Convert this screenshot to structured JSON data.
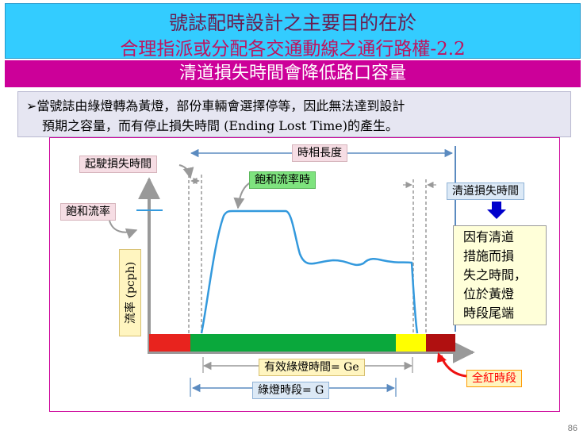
{
  "title": {
    "line1": "號誌配時設計之主要目的在於",
    "line2": "合理指派或分配各交通動線之通行路權-2.2"
  },
  "subtitle": "清道損失時間會降低路口容量",
  "bullet": {
    "marker": "➢",
    "line1": "當號誌由綠燈轉為黃燈，部份車輛會選擇停等，因此無法達到設計",
    "line2": "預期之容量，而有停止損失時間 (Ending Lost Time)的產生。"
  },
  "diagram": {
    "phase_length": "時相長度",
    "startup_lost_time": "起駛損失時間",
    "saturation_flow_at": "飽和流率時",
    "saturation_flow": "飽和流率",
    "clearance_lost_time": "清道損失時間",
    "note": "因有清道\n措施而損\n失之時間，\n位於黃燈\n時段尾端",
    "y_axis": "流率 (pcph)",
    "effective_green": "有效綠燈時間= Ge",
    "green_interval": "綠燈時段=  G",
    "all_red": "全紅時段",
    "colors": {
      "red": "#e8231e",
      "green": "#0aa83c",
      "yellow": "#ffff00",
      "darkred": "#b01010",
      "curve": "#3399dd"
    }
  },
  "page_number": "86"
}
